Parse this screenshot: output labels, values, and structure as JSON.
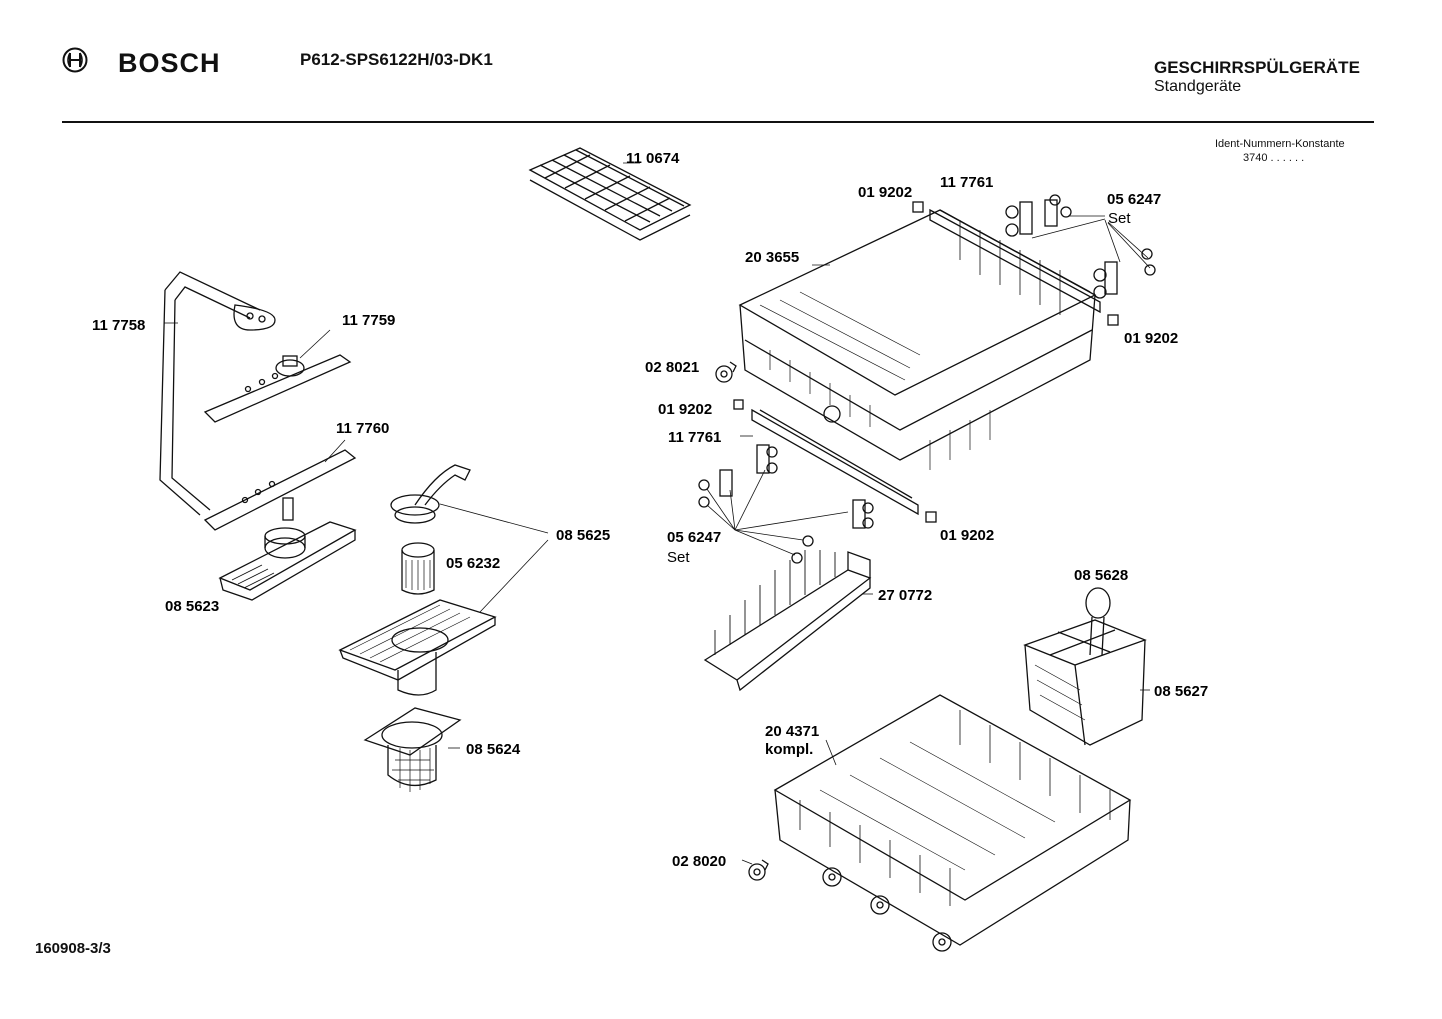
{
  "header": {
    "brand": "BOSCH",
    "model": "P612-SPS6122H/03-DK1",
    "category": "GESCHIRRSPÜLGERÄTE",
    "subcategory": "Standgeräte",
    "ident_label": "Ident-Nummern-Konstante",
    "ident_value": "3740  . .   . . . ."
  },
  "footer": {
    "drawing_number": "160908-3/3"
  },
  "parts": {
    "p110674": "11 0674",
    "p019202_top": "01 9202",
    "p117761_top": "11 7761",
    "p056247_top": "05 6247",
    "set_top": "Set",
    "p203655": "20 3655",
    "p019202_right": "01 9202",
    "p117758": "11 7758",
    "p117759": "11 7759",
    "p028021": "02 8021",
    "p019202_mid": "01 9202",
    "p117761_mid": "11 7761",
    "p117760": "11 7760",
    "p085625": "08 5625",
    "p056232": "05 6232",
    "p056247_bot": "05 6247",
    "set_bot": "Set",
    "p019202_bot": "01 9202",
    "p085623": "08 5623",
    "p270772": "27 0772",
    "p085628": "08 5628",
    "p085627": "08 5627",
    "p204371": "20 4371",
    "kompl": "kompl.",
    "p085624": "08 5624",
    "p028020": "02 8020"
  }
}
